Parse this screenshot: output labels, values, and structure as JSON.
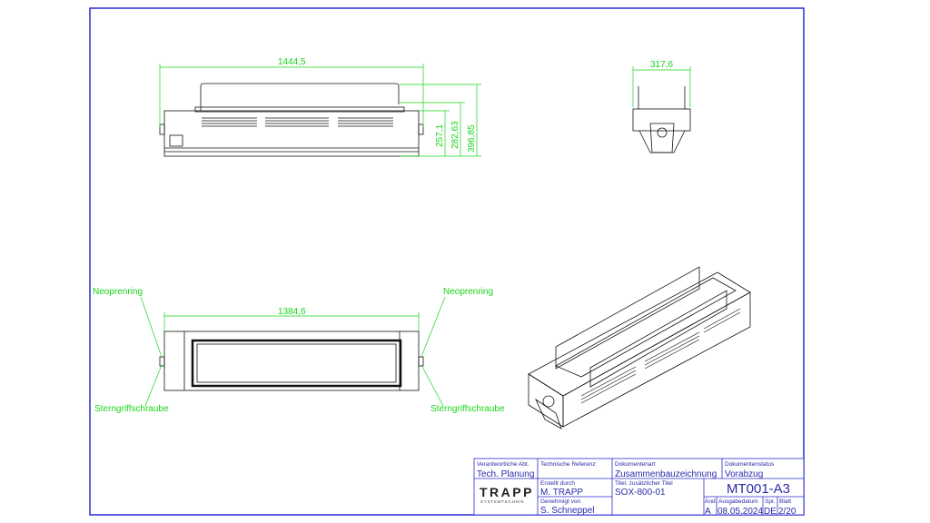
{
  "dimensions": {
    "front_width": "1444,5",
    "height_1": "257,1",
    "height_2": "282,63",
    "height_3": "396,85",
    "side_width": "317,6",
    "bottom_width": "1384,6"
  },
  "callouts": {
    "neoprene_left": "Neoprenring",
    "neoprene_right": "Neoprenring",
    "screw_left": "Sterngriffschraube",
    "screw_right": "Sterngriffschraube"
  },
  "title_block": {
    "logo_text": "TRAPP",
    "logo_sub": "SYSTEMTECHNIK",
    "responsible_dept_label": "Verantwortliche Abt.",
    "responsible_dept": "Tech. Planung",
    "tech_ref_label": "Technische Referenz",
    "tech_ref": "",
    "doc_type_label": "Dokumentenart",
    "doc_type": "Zusammenbauzeichnung",
    "doc_status_label": "Dokumentenstatus",
    "doc_status": "Vorabzug",
    "created_by_label": "Erstellt durch",
    "created_by": "M. TRAPP",
    "approved_by_label": "Genehmigt von",
    "approved_by": "S. Schneppel",
    "title_label": "Titel, zusätzlicher Titel",
    "title": "SOX-800-01",
    "doc_number": "MT001-A3",
    "revision_label": "Änd.",
    "revision": "A",
    "issue_date_label": "Ausgabedatum",
    "issue_date": "08.05.2024",
    "language_label": "Spr.",
    "language": "DE",
    "sheet_label": "Blatt",
    "sheet": "2/20"
  },
  "colors": {
    "frame": "#2a2ad0",
    "dimension": "#19d419",
    "line": "#111111"
  }
}
